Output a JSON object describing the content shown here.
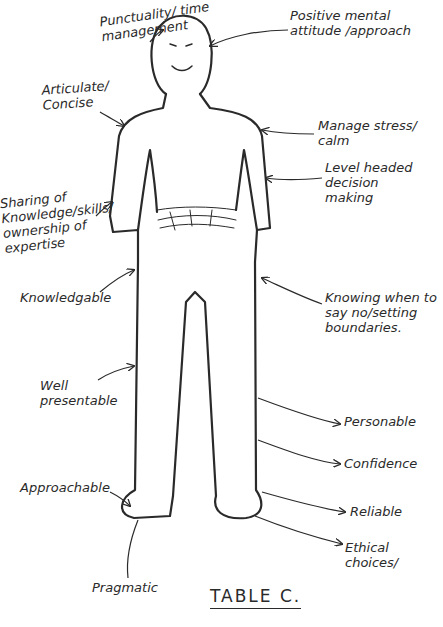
{
  "diagram": {
    "caption": "TABLE C.",
    "labels": [
      "Punctuality/ time management",
      "Positive mental attitude /approach",
      "Articulate/ Concise",
      "Manage stress/ calm",
      "Level headed decision making",
      "Sharing of Knowledge/skills/ ownership of expertise",
      "Knowledgable",
      "Knowing when to say no/setting boundaries.",
      "Well presentable",
      "Personable",
      "Confidence",
      "Approachable",
      "Reliable",
      "Ethical choices/",
      "Pragmatic"
    ]
  }
}
